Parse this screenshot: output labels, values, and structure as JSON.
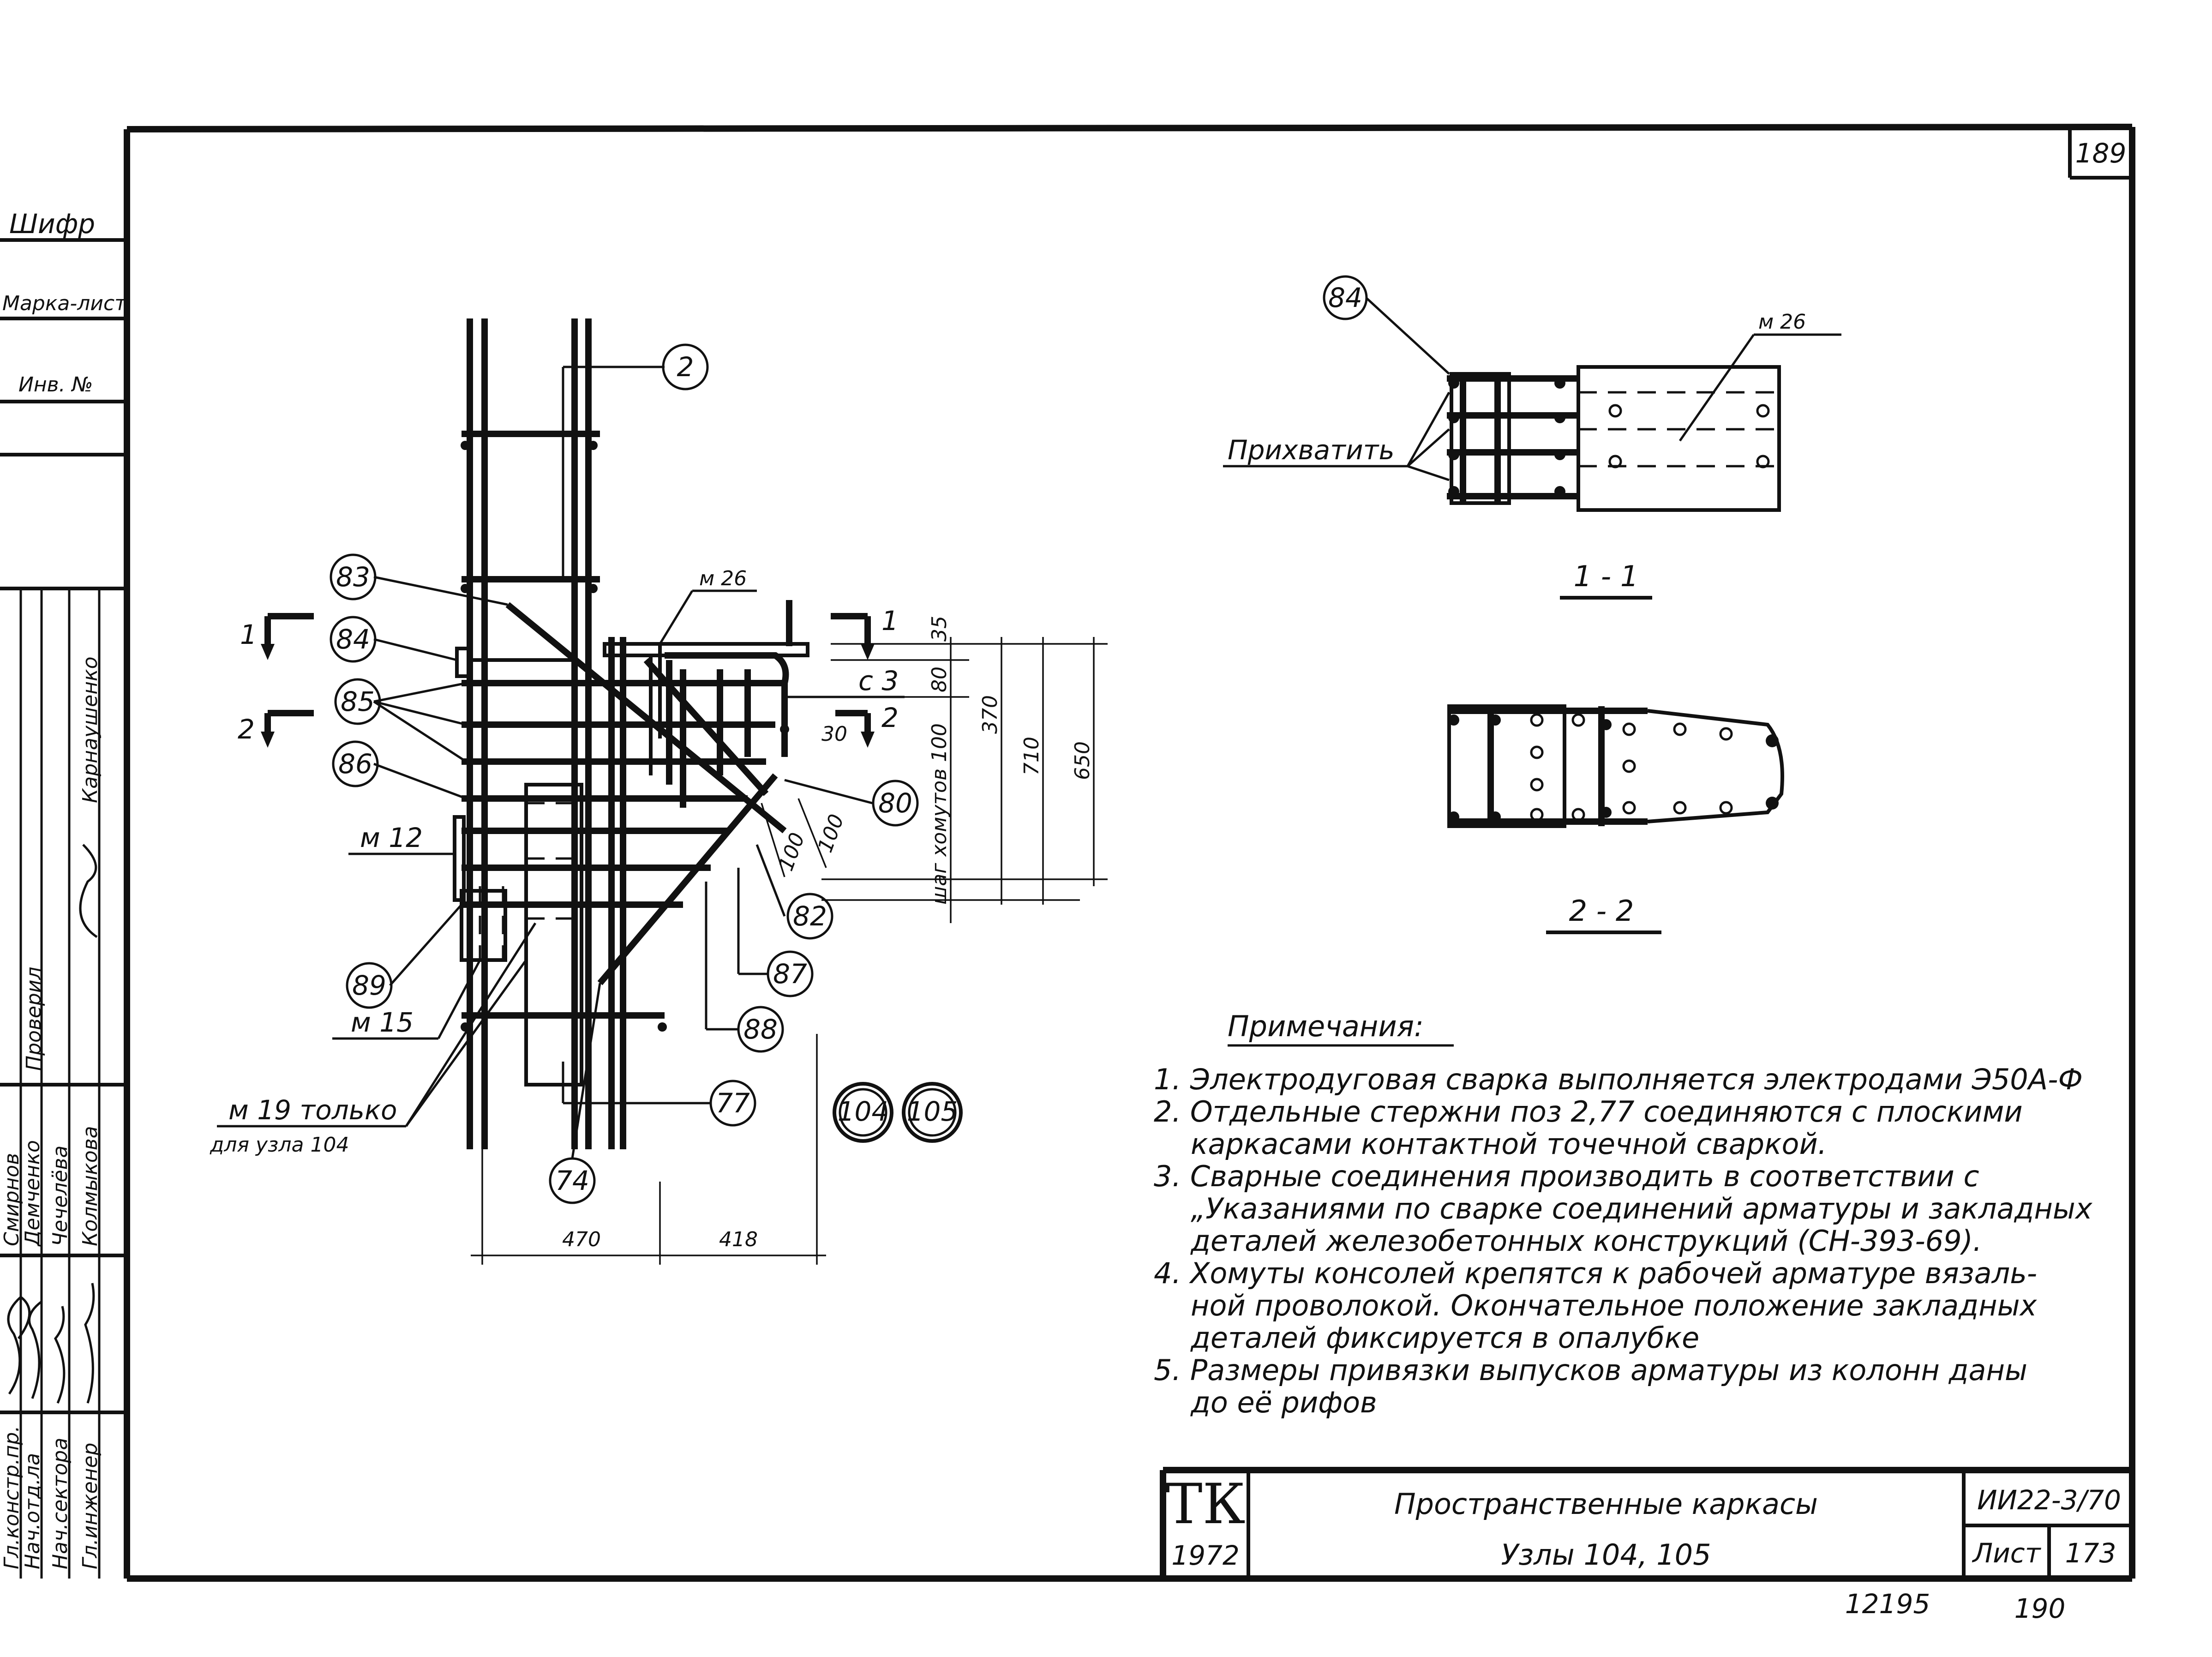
{
  "sheet_number_top": "189",
  "left_strip": {
    "shifr": "Шифр",
    "marka_list": "Марка-лист",
    "inv_no": "Инв. №",
    "roles": [
      "Гл.констр.пр.",
      "Нач.отд.ла",
      "Нач.сектора",
      "Гл.инженер"
    ],
    "names": [
      "Смирнов",
      "Демченко",
      "Чечелёва",
      "Колмыкова"
    ],
    "proveril": "Проверил",
    "proveril_name": "Карнаушенко"
  },
  "main_view": {
    "callouts": [
      "2",
      "83",
      "84",
      "85",
      "86",
      "89",
      "80",
      "82",
      "87",
      "88",
      "77",
      "74"
    ],
    "node_marks": [
      "104",
      "105"
    ],
    "labels": {
      "m26": "м 26",
      "m12": "м 12",
      "m15": "м 15",
      "m19_line1": "м 19 только",
      "m19_line2": "для узла 104",
      "c3": "с 3",
      "dim_30": "30",
      "section1": "1",
      "section2": "2",
      "stirrup_step": "шаг хомутов 100"
    },
    "dims": {
      "d35": "35",
      "d80": "80",
      "d370": "370",
      "d710": "710",
      "d650": "650",
      "d100": "100",
      "d100b": "100",
      "d470": "470",
      "d418": "418"
    }
  },
  "section_1_1": {
    "title": "1 - 1",
    "callout": "84",
    "label_m26": "м 26",
    "label_tack": "Прихватить"
  },
  "section_2_2": {
    "title": "2 - 2"
  },
  "notes": {
    "heading": "Примечания:",
    "lines": [
      "1. Электродуговая сварка выполняется электродами Э50А-Ф",
      "2. Отдельные стержни поз 2,77 соединяются с плоскими",
      "каркасами контактной точечной сваркой.",
      "3. Сварные соединения производить в соответствии с",
      "„Указаниями по сварке соединений арматуры и закладных",
      "деталей железобетонных конструкций (СН-393-69).",
      "4. Хомуты консолей крепятся к рабочей арматуре вязаль-",
      "ной проволокой. Окончательное положение закладных",
      "деталей фиксируется в опалубке",
      "5. Размеры привязки выпусков арматуры из колонн даны",
      "до её рифов"
    ]
  },
  "title_block": {
    "logo": "ТК",
    "year": "1972",
    "title_line1": "Пространственные каркасы",
    "title_line2": "Узлы 104, 105",
    "code": "ИИ22-3/70",
    "sheet_label": "Лист",
    "sheet_no": "173"
  },
  "bottom_numbers": {
    "left": "12195",
    "right": "190"
  }
}
